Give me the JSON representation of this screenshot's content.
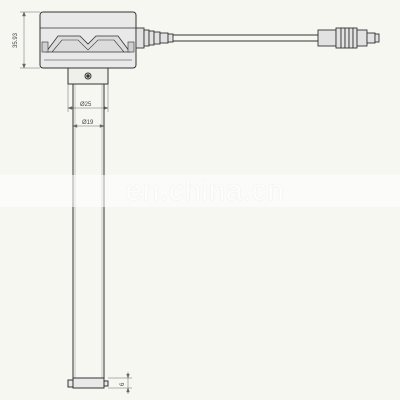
{
  "drawing": {
    "dimensions": {
      "height_label": "35.93",
      "outer_diameter_label": "Ø25",
      "inner_diameter_label": "Ø19",
      "tip_label": "6"
    }
  },
  "watermark": {
    "text": "en.china.cn"
  },
  "colors": {
    "background": "#f7f7f2",
    "line": "#333333",
    "housing": "#e9e9e9"
  }
}
